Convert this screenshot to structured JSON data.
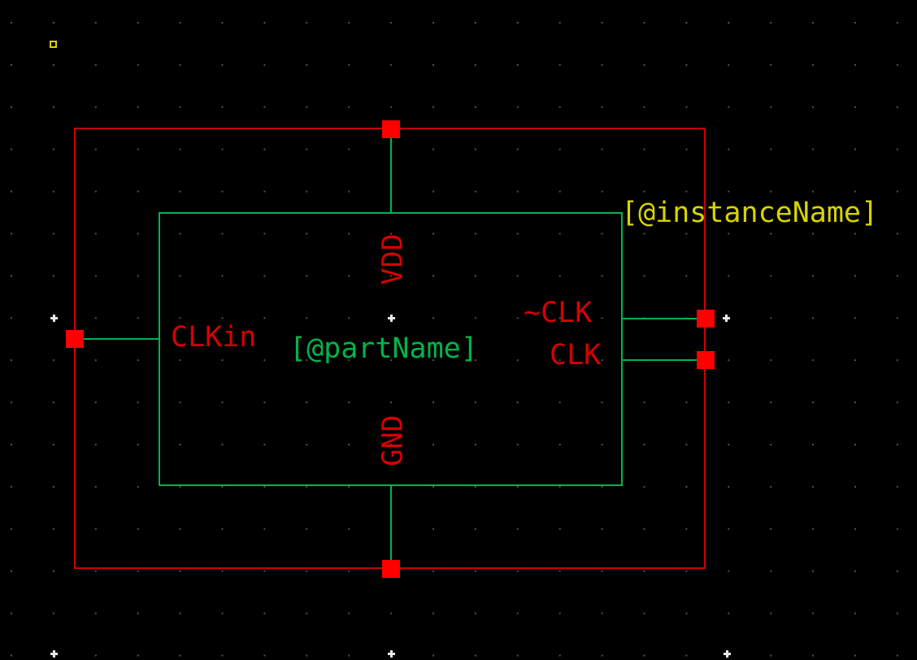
{
  "canvas": {
    "type": "schematic-symbol-editor",
    "part_name_label": "[@partName]",
    "instance_name_label": "[@instanceName]",
    "pins": [
      {
        "name": "CLKin",
        "side": "left"
      },
      {
        "name": "VDD",
        "side": "top"
      },
      {
        "name": "GND",
        "side": "bottom"
      },
      {
        "name": "~CLK",
        "side": "right"
      },
      {
        "name": "CLK",
        "side": "right"
      }
    ]
  },
  "colors": {
    "background": "#000000",
    "red_line": "#cc0000",
    "red_pin": "#ff0000",
    "red_text": "#d60000",
    "green": "#00b44c",
    "yellow": "#d8d400",
    "grid_dot": "#50505e",
    "origin_marker": "#e8e8ee"
  }
}
